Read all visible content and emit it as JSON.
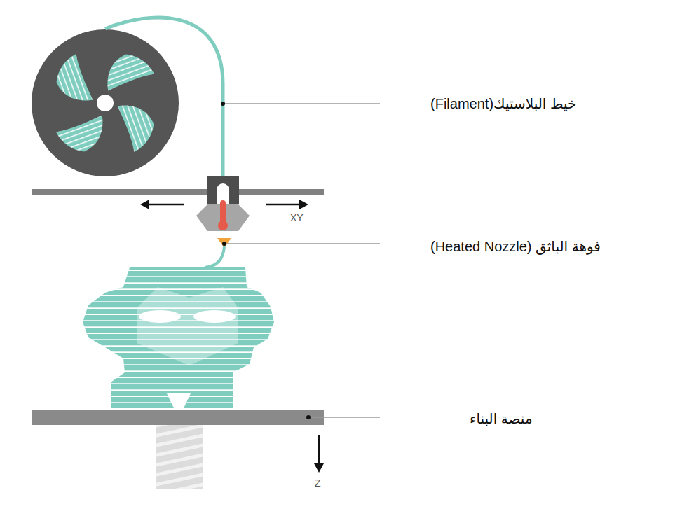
{
  "diagram": {
    "labels": [
      "خيط البلاستيك(Filament)",
      "فوهة الباثق (Heated Nozzle)",
      "منصة البناء",
      "XY",
      "Z"
    ]
  }
}
